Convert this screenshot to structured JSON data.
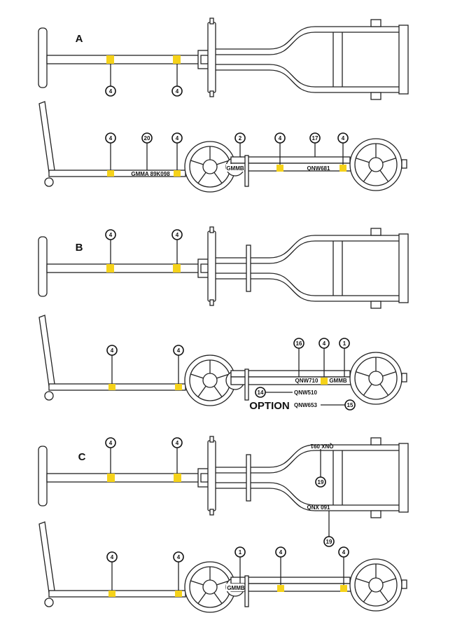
{
  "marker_color": "#f5d21a",
  "sections": [
    {
      "letter": "A",
      "top_callouts": [
        "4",
        "4"
      ],
      "side_callouts": [
        "4",
        "20",
        "4",
        "2",
        "4",
        "17",
        "4"
      ],
      "side_texts": [
        "GMMA 89K098",
        "GMMB",
        "QNW681"
      ]
    },
    {
      "letter": "B",
      "top_callouts": [
        "4",
        "4"
      ],
      "side_callouts": [
        "4",
        "4",
        "16",
        "4",
        "1",
        "14",
        "15"
      ],
      "side_texts": [
        "QNW710",
        "GMMB",
        "QNW510",
        "QNW653"
      ],
      "option_label": "OPTION"
    },
    {
      "letter": "C",
      "top_callouts": [
        "4",
        "4"
      ],
      "top_texts": [
        "QNX 091",
        "QNX 091"
      ],
      "top_frame_callouts": [
        "19",
        "19"
      ],
      "side_callouts": [
        "4",
        "4",
        "1",
        "4",
        "4"
      ],
      "side_texts": [
        "GMMB"
      ]
    }
  ]
}
